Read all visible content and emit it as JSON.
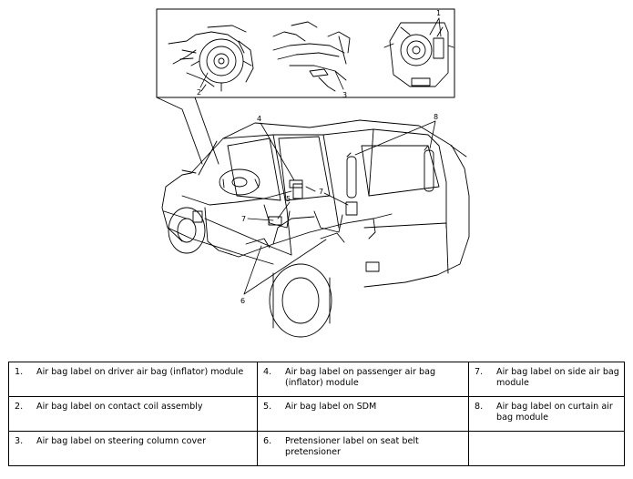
{
  "callouts": {
    "c1": "1",
    "c2": "2",
    "c3": "3",
    "c4": "4",
    "c5": "5",
    "c6": "6",
    "c7a": "7",
    "c7b": "7",
    "c8": "8"
  },
  "legend": {
    "rows": [
      [
        {
          "num": "1.",
          "text": "Air bag label on driver air bag (inflator) module"
        },
        {
          "num": "4.",
          "text": "Air bag label on passenger air bag (inflator) module"
        },
        {
          "num": "7.",
          "text": "Air bag label on side air bag module"
        }
      ],
      [
        {
          "num": "2.",
          "text": "Air bag label on contact coil assembly"
        },
        {
          "num": "5.",
          "text": "Air bag label on SDM"
        },
        {
          "num": "8.",
          "text": "Air bag label on curtain air bag module"
        }
      ],
      [
        {
          "num": "3.",
          "text": "Air bag label on steering column cover"
        },
        {
          "num": "6.",
          "text": "Pretensioner label on seat belt pretensioner"
        },
        {
          "num": "",
          "text": ""
        }
      ]
    ]
  }
}
